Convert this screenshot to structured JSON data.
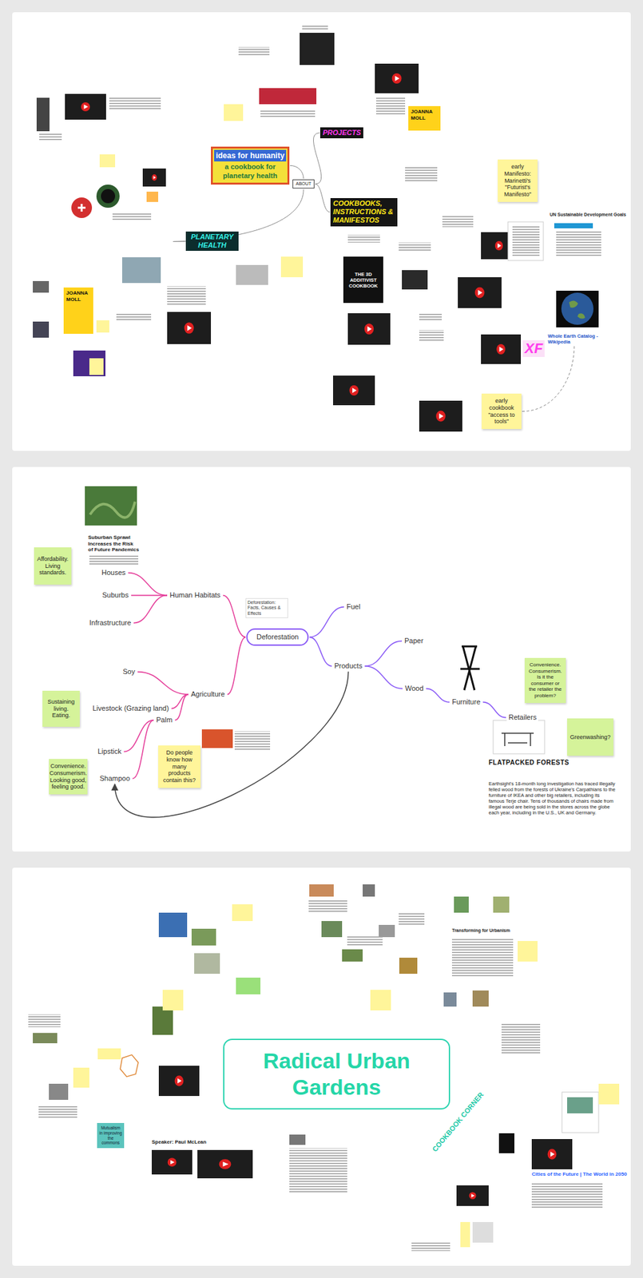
{
  "diagram": {
    "nodes": [
      {
        "text": [
          "ideas for humanity",
          "a cookbook for planetary health"
        ]
      },
      {
        "text": [
          "ABOUT"
        ]
      },
      {
        "text": [
          "PROJECTS"
        ]
      },
      {
        "text": [
          "COOKBOOKS, INSTRUCTIONS & MANIFESTOS"
        ]
      },
      {
        "text": [
          "PLANETARY HEALTH"
        ]
      },
      {
        "text": [
          "early Manifesto: Marinetti's \"Futurist's Manifesto\""
        ]
      },
      {
        "text": [
          "Whole Earth Catalog - Wikipedia"
        ]
      },
      {
        "text": [
          "early cookbook \"access to tools\""
        ]
      },
      {
        "text": [
          "JOANNA MOLL"
        ]
      },
      {
        "text": [
          "JOANNA MOLL"
        ]
      },
      {
        "text": [
          "THE 3D ADDITIVIST COOKBOOK"
        ]
      },
      {
        "text": [
          "XF"
        ]
      },
      {
        "text": [
          "Suburban Sprawl Increases the Risk of Future Pandemics"
        ]
      },
      {
        "text": [
          "Affordability. Living standards."
        ]
      },
      {
        "text": [
          "Houses"
        ]
      },
      {
        "text": [
          "Suburbs"
        ]
      },
      {
        "text": [
          "Infrastructure"
        ]
      },
      {
        "text": [
          "Human Habitats"
        ]
      },
      {
        "text": [
          "Deforestation: Facts, Causes & Effects"
        ]
      },
      {
        "text": [
          "Deforestation"
        ]
      },
      {
        "text": [
          "Fuel"
        ]
      },
      {
        "text": [
          "Paper"
        ]
      },
      {
        "text": [
          "Products"
        ]
      },
      {
        "text": [
          "Soy"
        ]
      },
      {
        "text": [
          "Agriculture"
        ]
      },
      {
        "text": [
          "Wood"
        ]
      },
      {
        "text": [
          "Furniture"
        ]
      },
      {
        "text": [
          "Convenience. Consumerism. Is it the consumer or the retailer the problem?"
        ]
      },
      {
        "text": [
          "Sustaining living. Eating."
        ]
      },
      {
        "text": [
          "Livestock (Grazing land)"
        ]
      },
      {
        "text": [
          "Retailers"
        ]
      },
      {
        "text": [
          "Palm"
        ]
      },
      {
        "text": [
          "Greenwashing?"
        ]
      },
      {
        "text": [
          "Lipstick"
        ]
      },
      {
        "text": [
          "Do people know how many products contain this?"
        ]
      },
      {
        "text": [
          "FLATPACKED FORESTS",
          "Earthsight's 18-month long investigation has traced illegally felled wood from the forests of Ukraine's Carpathians to the furniture of IKEA and other big retailers, including its famous Terje chair. Tens of thousands of chairs made from illegal wood are being sold in the stores across the globe each year, including in the U.S., UK and Germany."
        ]
      },
      {
        "text": [
          "Convenience. Consumerism. Looking good, feeling good."
        ]
      },
      {
        "text": [
          "Shampoo"
        ]
      },
      {
        "text": [
          "Radical Urban Gardens"
        ]
      },
      {
        "text": [
          "Mutualism in improving the commons"
        ]
      }
    ],
    "edges": [
      {
        "from": 0,
        "to": 1,
        "arrow": "none"
      },
      {
        "from": 1,
        "to": 2,
        "arrow": "none"
      },
      {
        "from": 1,
        "to": 3,
        "arrow": "none"
      },
      {
        "from": 1,
        "to": 4,
        "arrow": "none"
      },
      {
        "from": 7,
        "to": 6,
        "arrow": "none"
      },
      {
        "from": 19,
        "to": 17,
        "arrow": "none"
      },
      {
        "from": 19,
        "to": 24,
        "arrow": "none"
      },
      {
        "from": 19,
        "to": 20,
        "arrow": "none"
      },
      {
        "from": 19,
        "to": 22,
        "arrow": "none"
      },
      {
        "from": 17,
        "to": 14,
        "arrow": "none"
      },
      {
        "from": 17,
        "to": 15,
        "arrow": "none"
      },
      {
        "from": 17,
        "to": 16,
        "arrow": "none"
      },
      {
        "from": 24,
        "to": 23,
        "arrow": "none"
      },
      {
        "from": 24,
        "to": 29,
        "arrow": "none"
      },
      {
        "from": 24,
        "to": 31,
        "arrow": "none"
      },
      {
        "from": 31,
        "to": 33,
        "arrow": "none"
      },
      {
        "from": 31,
        "to": 37,
        "arrow": "none"
      },
      {
        "from": 22,
        "to": 21,
        "arrow": "none"
      },
      {
        "from": 22,
        "to": 25,
        "arrow": "none"
      },
      {
        "from": 25,
        "to": 26,
        "arrow": "none"
      },
      {
        "from": 26,
        "to": 30,
        "arrow": "none"
      },
      {
        "from": 22,
        "to": 37,
        "arrow": "to"
      }
    ],
    "labels": [
      "UN Sustainable Development Goals",
      "COOKBOOK CORNER",
      "Speaker: Paul McLean",
      "Transforming for Urbanism",
      "Cities of the Future | The World in 2050"
    ]
  }
}
